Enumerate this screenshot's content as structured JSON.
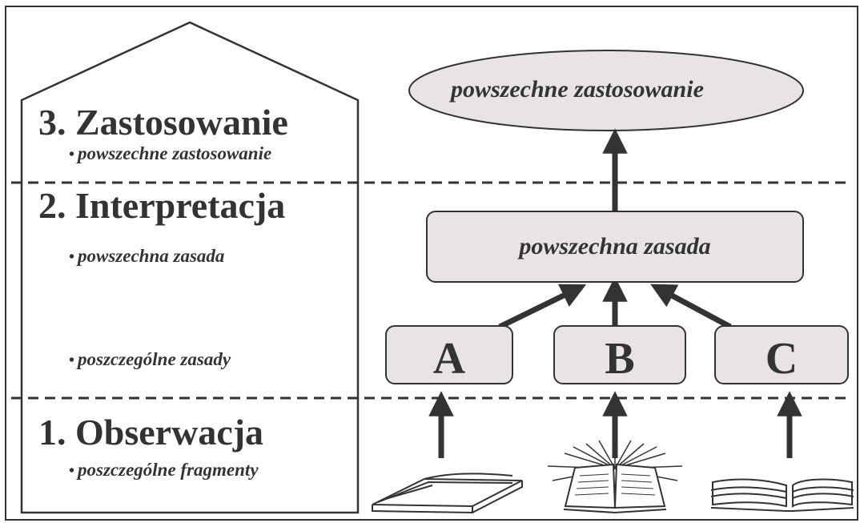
{
  "levels": {
    "level3": {
      "title": "3. Zastosowanie",
      "bullet": "powszechne zastosowanie"
    },
    "level2": {
      "title": "2. Interpretacja",
      "bullet1": "powszechna zasada",
      "bullet2": "poszczególne zasady"
    },
    "level1": {
      "title": "1. Obserwacja",
      "bullet": "poszczególne fragmenty"
    }
  },
  "diagram": {
    "top_ellipse": "powszechne zastosowanie",
    "principle_box": "powszechna zasada",
    "boxes": [
      "A",
      "B",
      "C"
    ]
  },
  "colors": {
    "fill": "#e8e4e4",
    "stroke": "#333333"
  },
  "icons": [
    "open-book-icon",
    "glowing-bible-icon",
    "open-book-icon"
  ]
}
